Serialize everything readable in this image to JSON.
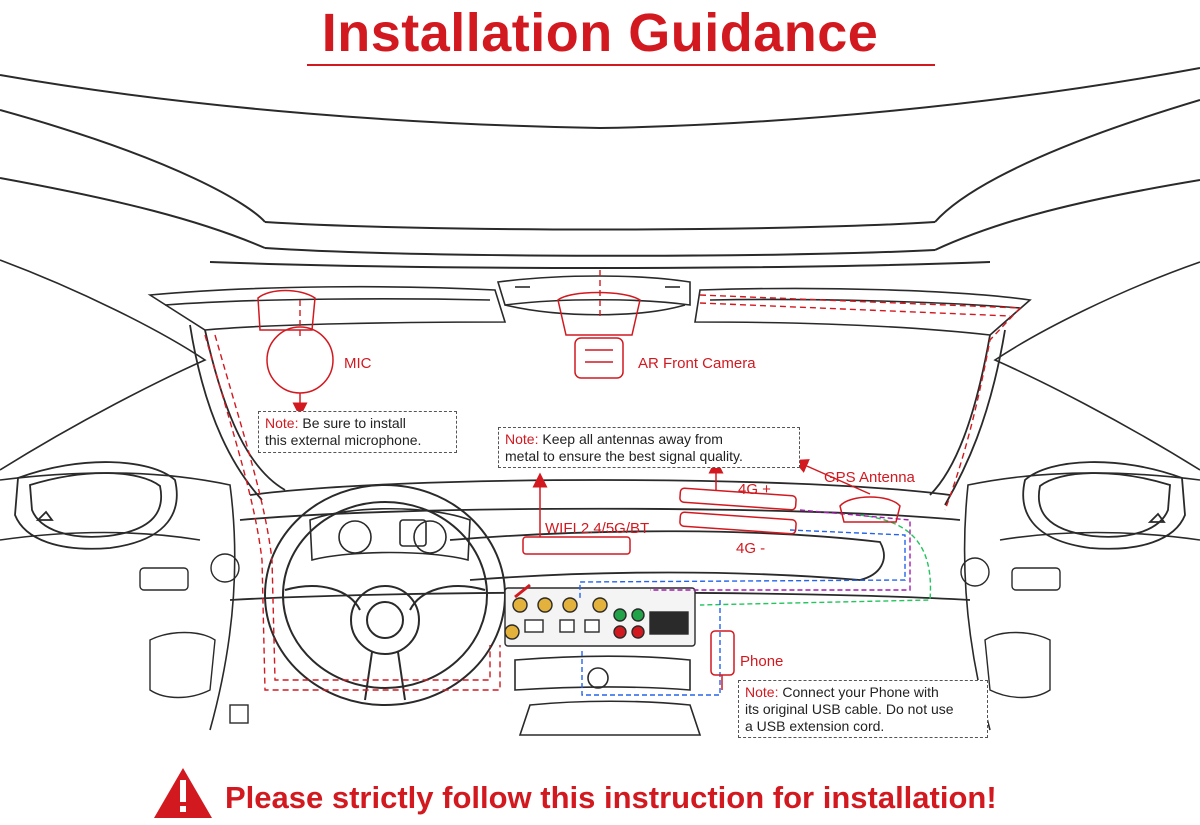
{
  "title": "Installation Guidance",
  "labels": {
    "mic": "MIC",
    "ar_front_camera": "AR Front Camera",
    "gps_antenna": "GPS Antenna",
    "four_g_plus": "4G +",
    "four_g_minus": "4G -",
    "wifi": "WIFI 2.4/5G/BT",
    "phone": "Phone"
  },
  "notes": {
    "mic": {
      "prefix": "Note:",
      "line1": " Be sure to install",
      "line2": "this external microphone."
    },
    "antenna": {
      "prefix": "Note:",
      "line1": " Keep all antennas away from",
      "line2": "metal to ensure the best signal quality."
    },
    "phone": {
      "prefix": "Note:",
      "line1": " Connect your Phone with",
      "line2": "its original USB cable. Do not use",
      "line3": "a USB extension cord."
    }
  },
  "warning": "Please strictly follow this instruction for installation!",
  "colors": {
    "accent_red": "#d21920",
    "line_dark": "#2a2a2a",
    "wire_green": "#22c55e",
    "wire_blue": "#2563eb",
    "wire_purple": "#a21caf",
    "wire_yellow": "#d4a017"
  }
}
